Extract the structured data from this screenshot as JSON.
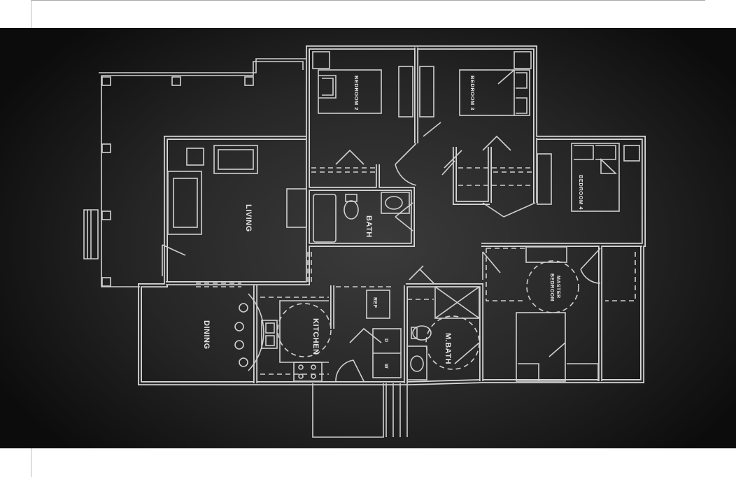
{
  "floor_plan": {
    "rooms": {
      "bedroom2": "BEDROOM 2",
      "bedroom3": "BEDROOM 3",
      "bedroom4": "BEDROOM 4",
      "living": "LIVING",
      "bath": "BATH",
      "master_line1": "MASTER",
      "master_line2": "BEDROOM",
      "dining": "DINING",
      "kitchen": "KITCHEN",
      "mbath": "M.BATH"
    },
    "fixtures": {
      "refrigerator": "REF",
      "dryer": "D",
      "washer": "W"
    },
    "colors": {
      "line": "#d8d8d8",
      "background": "#262626"
    }
  }
}
